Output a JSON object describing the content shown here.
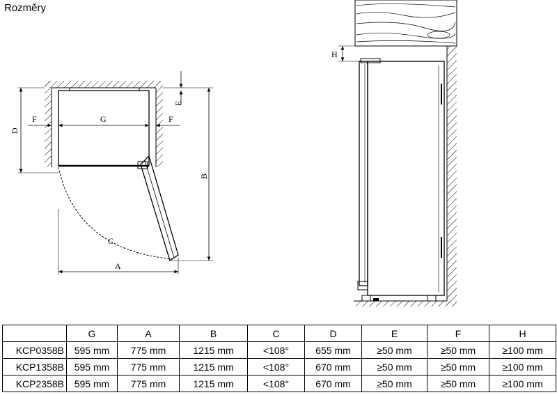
{
  "title": "Rozměry",
  "labels": {
    "d": "D",
    "f_left": "F",
    "g": "G",
    "f_right": "F",
    "e": "E",
    "b": "B",
    "c": "C",
    "a": "A",
    "h": "H"
  },
  "table": {
    "headers": [
      "",
      "G",
      "A",
      "B",
      "C",
      "D",
      "E",
      "F",
      "H"
    ],
    "rows": [
      [
        "KCP0358B",
        "595 mm",
        "775 mm",
        "1215 mm",
        "<108°",
        "655 mm",
        "≥50 mm",
        "≥50 mm",
        "≥100 mm"
      ],
      [
        "KCP1358B",
        "595 mm",
        "775 mm",
        "1215 mm",
        "<108°",
        "670 mm",
        "≥50 mm",
        "≥50 mm",
        "≥100 mm"
      ],
      [
        "KCP2358B",
        "595 mm",
        "775 mm",
        "1215 mm",
        "<108°",
        "670 mm",
        "≥50 mm",
        "≥50 mm",
        "≥100 mm"
      ]
    ]
  }
}
